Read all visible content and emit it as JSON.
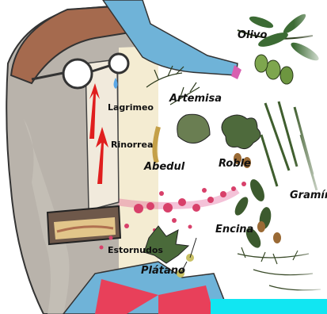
{
  "symptoms": {
    "lagrimeo": "Lagrimeo",
    "rinorrea": "Rinorrea",
    "estornudos": "Estornudos"
  },
  "plants": {
    "olivo": "Olivo",
    "artemisa": "Artemisa",
    "abedul": "Abedul",
    "roble": "Roble",
    "graminea": "Gramínea",
    "encina": "Encina",
    "platano": "Plátano"
  },
  "colors": {
    "skin": "#b9b3ab",
    "hair": "#a56a4e",
    "beige_panel": "#f4ecd2",
    "pollen": "#d8406a",
    "arrow": "#e01e1e",
    "glove": "#6fb3d8",
    "accent_cyan": "#11e6f2"
  },
  "icons": [
    "glasses-icon",
    "tear-drop-icon",
    "pollen-trail-icon",
    "leaf-icon",
    "acorn-icon",
    "olive-icon"
  ]
}
